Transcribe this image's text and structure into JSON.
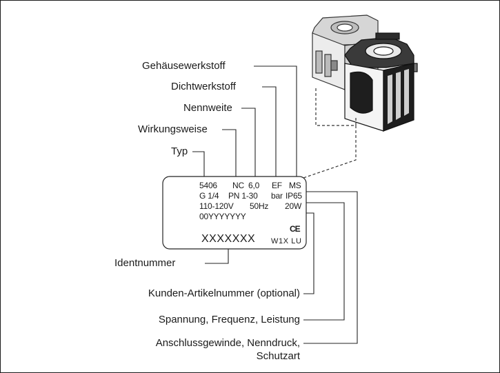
{
  "callouts_top": {
    "gehaeuse": "Gehäusewerkstoff",
    "dicht": "Dichtwerkstoff",
    "nenn": "Nennweite",
    "wirkung": "Wirkungsweise",
    "typ": "Typ"
  },
  "plate": {
    "row1": {
      "typ": "5406",
      "nc": "NC",
      "dn": "6,0",
      "ef": "EF",
      "ms": "MS"
    },
    "row2": {
      "g": "G 1/4",
      "pn": "PN 1-30",
      "bar": "bar",
      "ip": "IP65"
    },
    "row3": {
      "volt": "110-120V",
      "hz": "50Hz",
      "w": "20W"
    },
    "row4": "00YYYYYYY",
    "ce": "CE",
    "xxx": "XXXXXXX",
    "code": "W1X LU"
  },
  "callouts_bottom": {
    "ident": "Identnummer",
    "kunden": "Kunden-Artikelnummer (optional)",
    "spannung": "Spannung, Frequenz, Leistung",
    "anschluss_1": "Anschlussgewinde, Nenndruck,",
    "anschluss_2": "Schutzart"
  }
}
